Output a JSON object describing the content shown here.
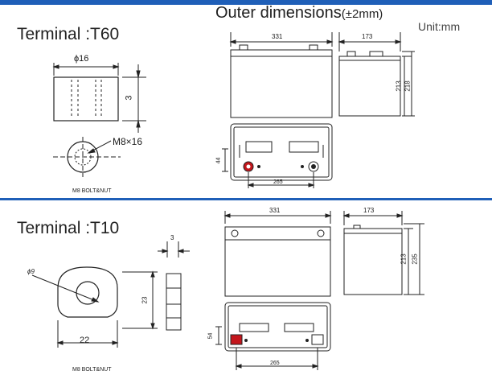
{
  "header": {
    "outer_dimensions": "Outer dimensions",
    "tolerance": "(±2mm)",
    "unit": "Unit:mm"
  },
  "top": {
    "terminal_title": "Terminal :T60",
    "dia_label": "ϕ16",
    "height_label": "3",
    "bolt_size_label": "M8×16",
    "bolt_caption": "M8  BOLT&NUT",
    "front_length": "331",
    "side_width": "173",
    "side_height_1": "213",
    "side_height_2": "218",
    "terminal_spacing": "265",
    "terminal_height": "44"
  },
  "bottom": {
    "terminal_title": "Terminal :T10",
    "dia_label": "ϕ9",
    "thickness_label": "3",
    "height_label": "23",
    "width_label": "22",
    "bolt_caption": "M8  BOLT&NUT",
    "front_length": "331",
    "side_width": "173",
    "side_height_1": "213",
    "side_height_2": "235",
    "terminal_spacing": "265",
    "terminal_height": "54"
  },
  "colors": {
    "accent_blue": "#1f5fb8",
    "positive_red": "#c4161c",
    "line": "#222222"
  }
}
